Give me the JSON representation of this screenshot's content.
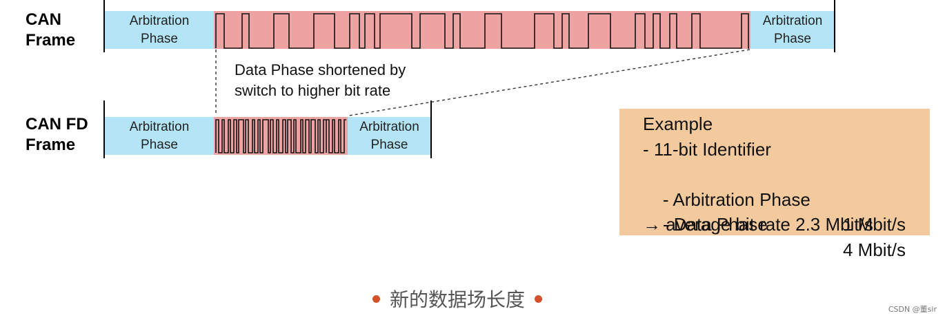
{
  "rows": {
    "can": {
      "label_line1": "CAN",
      "label_line2": "Frame",
      "left_phase_line1": "Arbitration",
      "left_phase_line2": "Phase",
      "right_phase_line1": "Arbitration",
      "right_phase_line2": "Phase"
    },
    "canfd": {
      "label_line1": "CAN FD",
      "label_line2": "Frame",
      "left_phase_line1": "Arbitration",
      "left_phase_line2": "Phase",
      "right_phase_line1": "Arbitration",
      "right_phase_line2": "Phase"
    }
  },
  "annotation": {
    "line1": "Data Phase shortened by",
    "line2": "switch to higher bit rate"
  },
  "example": {
    "title": "Example",
    "line_identifier": "- 11-bit Identifier",
    "arbitration_label": "- Arbitration Phase",
    "arbitration_value": "1 Mbit/s",
    "data_label": "- Data Phase",
    "data_value": "4 Mbit/s",
    "average_line": "→ average bit rate 2.3 Mbit/s"
  },
  "caption": "新的数据场长度",
  "watermark": "CSDN @董sir",
  "colors": {
    "arbitration": "#b3e5f7",
    "data": "#eea3a3",
    "example_bg": "#f3ca9e",
    "bullet": "#d5512c"
  }
}
